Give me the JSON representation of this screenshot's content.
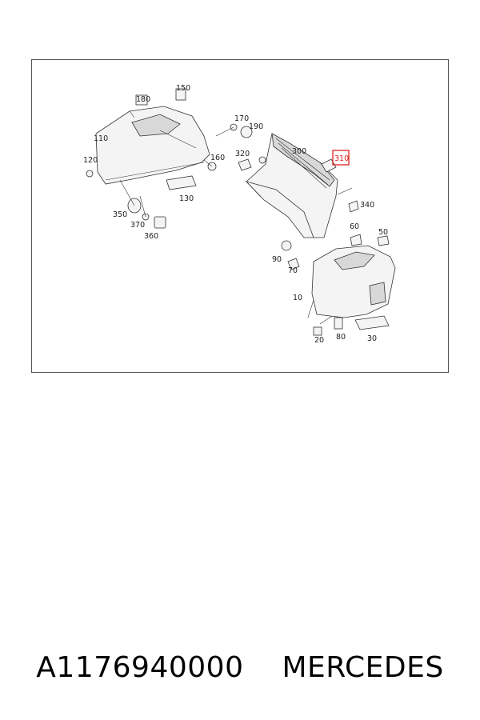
{
  "diagram": {
    "callouts": [
      "150",
      "180",
      "170",
      "190",
      "110",
      "120",
      "160",
      "320",
      "300",
      "310",
      "130",
      "340",
      "350",
      "370",
      "360",
      "60",
      "50",
      "90",
      "70",
      "10",
      "20",
      "80",
      "30"
    ],
    "highlighted_callout": "310",
    "highlight_color": "#e02020"
  },
  "caption": {
    "part_number": "A1176940000",
    "brand": "MERCEDES"
  }
}
